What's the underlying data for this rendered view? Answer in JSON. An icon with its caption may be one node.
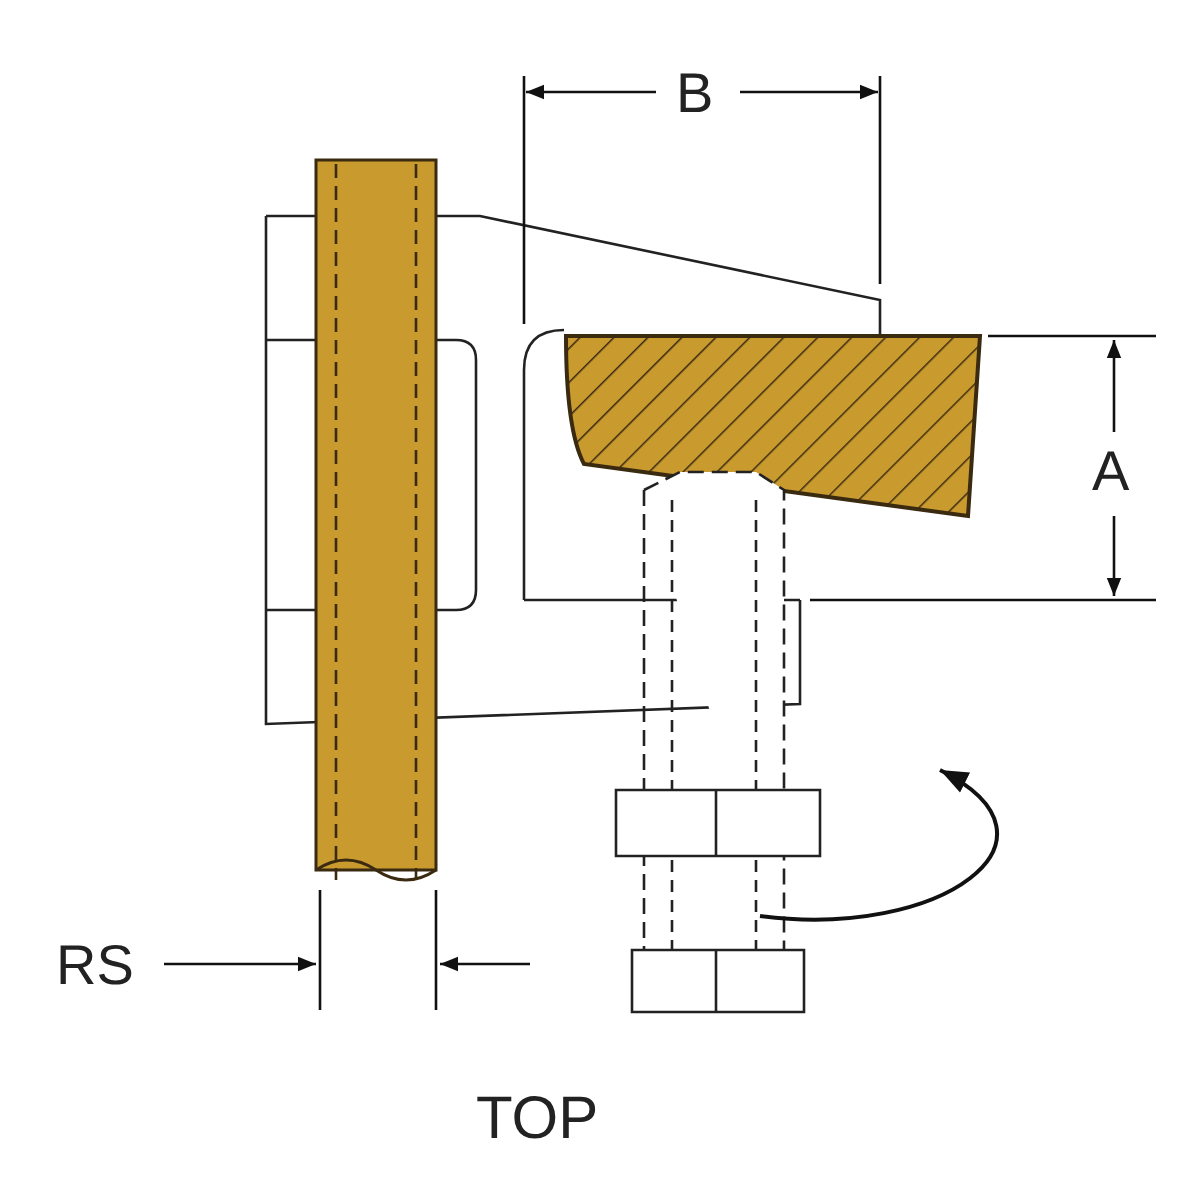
{
  "diagram": {
    "labels": [
      "B",
      "A",
      "RS",
      "TOP"
    ]
  }
}
